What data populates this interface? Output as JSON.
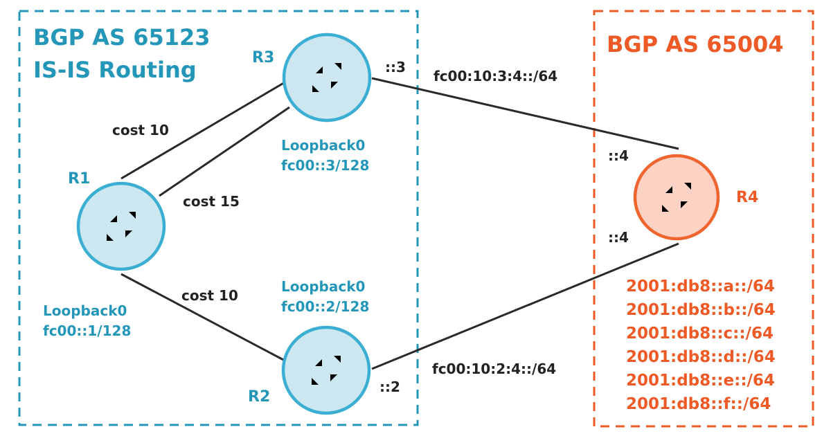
{
  "as_blue": {
    "title_line1": "BGP AS 65123",
    "title_line2": "IS-IS Routing",
    "color": "#2496b8"
  },
  "as_orange": {
    "title": "BGP AS 65004",
    "color": "#ee5a26"
  },
  "routers": {
    "r1": {
      "name": "R1",
      "loopback_name": "Loopback0",
      "loopback_addr": "fc00::1/128"
    },
    "r2": {
      "name": "R2",
      "loopback_name": "Loopback0",
      "loopback_addr": "fc00::2/128",
      "iface": "::2"
    },
    "r3": {
      "name": "R3",
      "loopback_name": "Loopback0",
      "loopback_addr": "fc00::3/128",
      "iface": "::3"
    },
    "r4": {
      "name": "R4",
      "iface_top": "::4",
      "iface_bottom": "::4"
    }
  },
  "links": {
    "r1_r3_a": "cost 10",
    "r1_r3_b": "cost 15",
    "r1_r2": "cost 10",
    "r3_r4": "fc00:10:3:4::/64",
    "r2_r4": "fc00:10:2:4::/64"
  },
  "r4_prefixes": [
    "2001:db8::a::/64",
    "2001:db8::b::/64",
    "2001:db8::c::/64",
    "2001:db8::d::/64",
    "2001:db8::e::/64",
    "2001:db8::f::/64"
  ]
}
